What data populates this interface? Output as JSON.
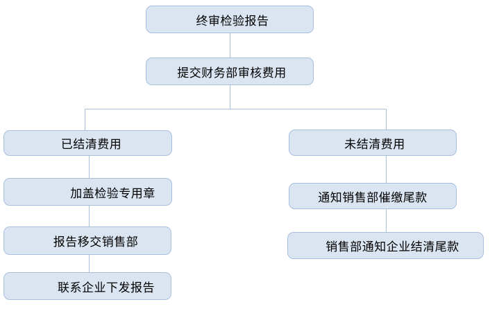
{
  "diagram": {
    "type": "flowchart",
    "background_color": "#ffffff",
    "node_fill_color": "#dbe5f1",
    "node_border_color": "#a7bfdd",
    "connector_color": "#a7bfdd",
    "text_color": "#000000",
    "nodes": [
      {
        "id": "final-inspection-report",
        "label": "终审检验报告"
      },
      {
        "id": "submit-finance-review-fees",
        "label": "提交财务部审核费用"
      },
      {
        "id": "fees-settled",
        "label": "已结清费用"
      },
      {
        "id": "stamp-inspection-seal",
        "label": "加盖检验专用章"
      },
      {
        "id": "report-transfer-sales-dept",
        "label": "报告移交销售部"
      },
      {
        "id": "contact-enterprise-issue-report",
        "label": "联系企业下发报告"
      },
      {
        "id": "fees-unsettled",
        "label": "未结清费用"
      },
      {
        "id": "notify-sales-collect-balance",
        "label": "通知销售部催缴尾款"
      },
      {
        "id": "sales-notify-enterprise-settle",
        "label": "销售部通知企业结清尾款"
      }
    ],
    "edges": [
      {
        "from": "final-inspection-report",
        "to": "submit-finance-review-fees"
      },
      {
        "from": "submit-finance-review-fees",
        "to": "fees-settled"
      },
      {
        "from": "submit-finance-review-fees",
        "to": "fees-unsettled"
      },
      {
        "from": "fees-settled",
        "to": "stamp-inspection-seal"
      },
      {
        "from": "stamp-inspection-seal",
        "to": "report-transfer-sales-dept"
      },
      {
        "from": "report-transfer-sales-dept",
        "to": "contact-enterprise-issue-report"
      },
      {
        "from": "fees-unsettled",
        "to": "notify-sales-collect-balance"
      },
      {
        "from": "notify-sales-collect-balance",
        "to": "sales-notify-enterprise-settle"
      }
    ]
  }
}
